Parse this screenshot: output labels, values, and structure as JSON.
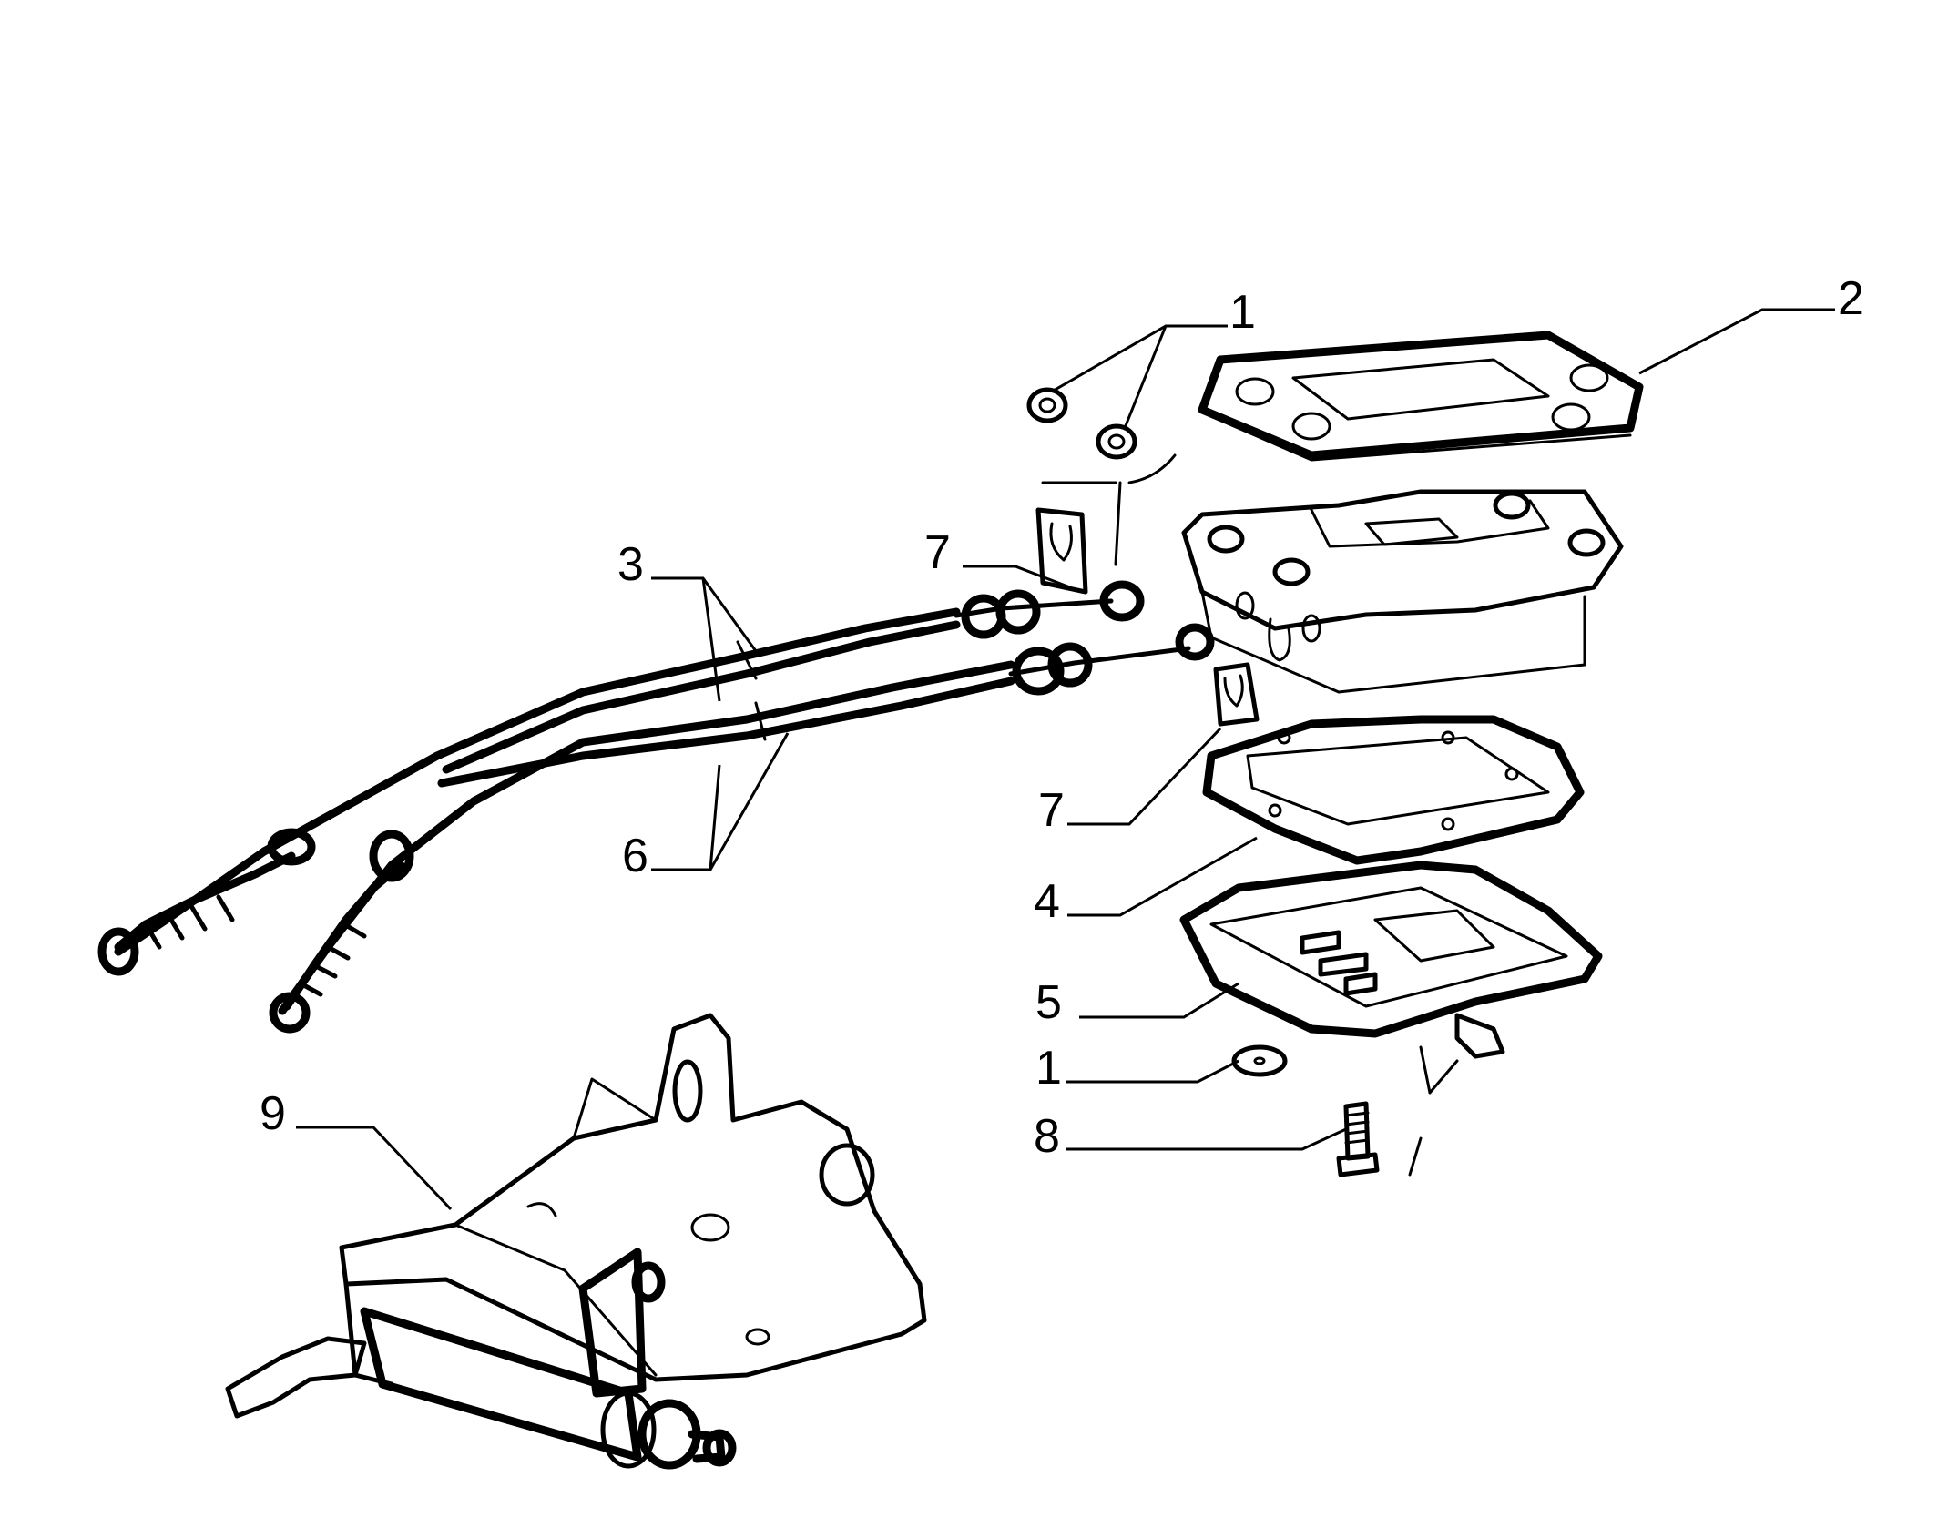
{
  "callouts": {
    "c1_top": "1",
    "c2": "2",
    "c3": "3",
    "c7_upper": "7",
    "c6": "6",
    "c7_lower": "7",
    "c4": "4",
    "c5": "5",
    "c1_lower": "1",
    "c8": "8",
    "c9": "9"
  }
}
